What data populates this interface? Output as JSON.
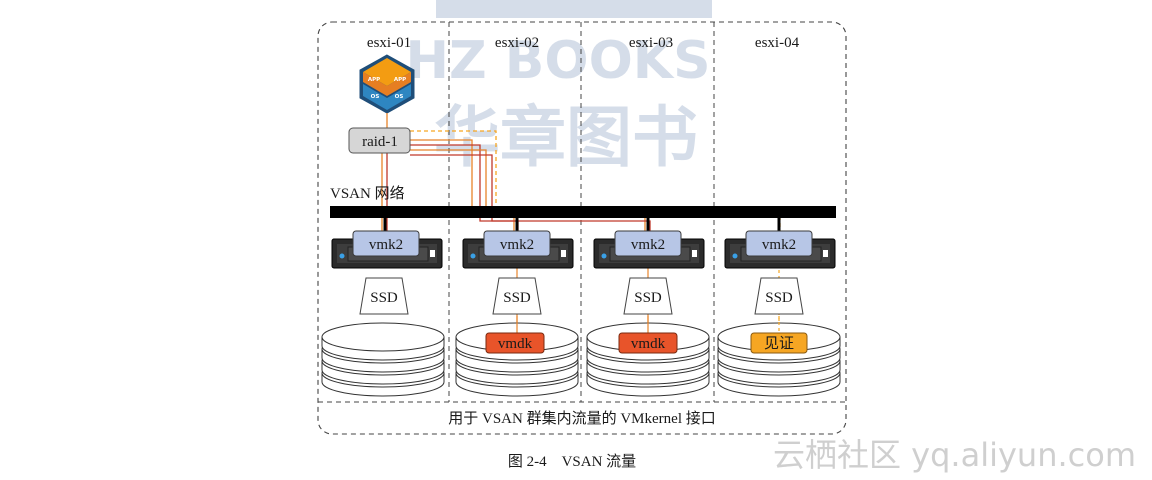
{
  "hosts": [
    {
      "name": "esxi-01",
      "vmk": "vmk2",
      "ssd": "SSD",
      "disk_label": ""
    },
    {
      "name": "esxi-02",
      "vmk": "vmk2",
      "ssd": "SSD",
      "disk_label": "vmdk"
    },
    {
      "name": "esxi-03",
      "vmk": "vmk2",
      "ssd": "SSD",
      "disk_label": "vmdk"
    },
    {
      "name": "esxi-04",
      "vmk": "vmk2",
      "ssd": "SSD",
      "disk_label": "见证"
    }
  ],
  "vm_icon": {
    "app_left": "APP",
    "app_right": "APP",
    "os_left": "OS",
    "os_right": "OS"
  },
  "raid_label": "raid-1",
  "network_label": "VSAN 网络",
  "bottom_caption": "用于 VSAN 群集内流量的 VMkernel 接口",
  "figure_caption": "图 2-4　VSAN 流量",
  "watermarks": {
    "top_en": "HZ BOOKS",
    "top_cn": "华章图书",
    "bottom": "云栖社区 yq.aliyun.com"
  },
  "colors": {
    "vmk_fill": "#b7c6e6",
    "vmdk_fill": "#e8542a",
    "witness_fill": "#f6a623",
    "path_orange": "#e8842a",
    "path_red": "#c0392b",
    "network_bar": "#000000",
    "raid_fill": "#d6d6d6"
  }
}
